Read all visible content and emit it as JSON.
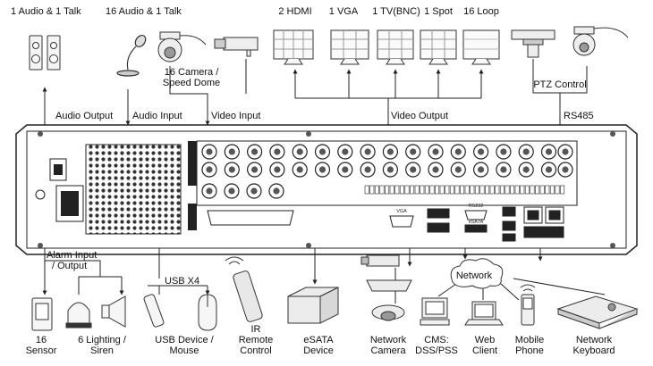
{
  "top_labels": {
    "audio_talk_1": "1 Audio  & 1 Talk",
    "audio_talk_16": "16 Audio & 1 Talk",
    "camera_line1": "16 Camera /",
    "camera_line2": "Speed Dome",
    "hdmi": "2 HDMI",
    "vga": "1 VGA",
    "tv": "1 TV(BNC)",
    "spot": "1 Spot",
    "loop": "16 Loop",
    "ptz_control": "PTZ Control"
  },
  "connection_labels": {
    "audio_output": "Audio  Output",
    "audio_input": "Audio  Input",
    "video_input": "Video Input",
    "video_output": "Video Output",
    "rs485": "RS485"
  },
  "panel_labels": {
    "vga": "VGA",
    "rs232": "RS232",
    "esata": "eSATA"
  },
  "bottom_labels": {
    "alarm_line1": "Alarm Input",
    "alarm_line2": "/ Output",
    "usb_x4": "USB X4",
    "network": "Network",
    "sensor_line1": "16",
    "sensor_line2": "Sensor",
    "lighting_line1": "6 Lighting /",
    "lighting_line2": "Siren",
    "usb_device_line1": "USB Device /",
    "usb_device_line2": "Mouse",
    "ir_line1": "IR",
    "ir_line2": "Remote",
    "ir_line3": "Control",
    "esata_line1": "eSATA",
    "esata_line2": "Device",
    "netcam_line1": "Network",
    "netcam_line2": "Camera",
    "cms_line1": "CMS:",
    "cms_line2": "DSS/PSS",
    "web_line1": "Web",
    "web_line2": "Client",
    "mobile_line1": "Mobile",
    "mobile_line2": "Phone",
    "keyboard_line1": "Network",
    "keyboard_line2": "Keyboard"
  },
  "colors": {
    "line": "#222222",
    "panel": "#ffffff",
    "panel_dark": "#1a1a1a",
    "connector": "#888888"
  }
}
